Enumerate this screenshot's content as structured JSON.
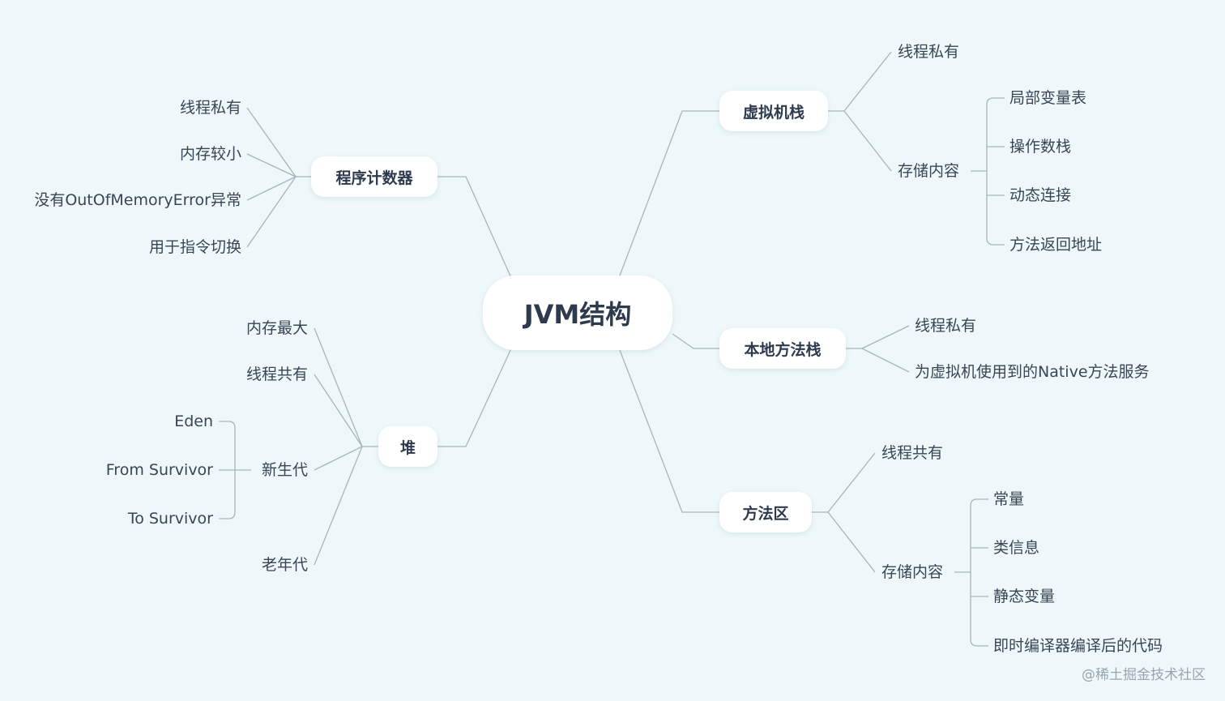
{
  "root": {
    "label": "JVM结构"
  },
  "branches": {
    "pc": {
      "label": "程序计数器",
      "items": [
        "线程私有",
        "内存较小",
        "没有OutOfMemoryError异常",
        "用于指令切换"
      ]
    },
    "heap": {
      "label": "堆",
      "items": [
        "内存最大",
        "线程共有",
        "新生代",
        "老年代"
      ],
      "young": [
        "Eden",
        "From Survivor",
        "To Survivor"
      ]
    },
    "vmstack": {
      "label": "虚拟机栈",
      "items": [
        "线程私有",
        "存储内容"
      ],
      "storage": [
        "局部变量表",
        "操作数栈",
        "动态连接",
        "方法返回地址"
      ]
    },
    "native": {
      "label": "本地方法栈",
      "items": [
        "线程私有",
        "为虚拟机使用到的Native方法服务"
      ]
    },
    "method": {
      "label": "方法区",
      "items": [
        "线程共有",
        "存储内容"
      ],
      "storage": [
        "常量",
        "类信息",
        "静态变量",
        "即时编译器编译后的代码"
      ]
    }
  },
  "watermark": "@稀土掘金技术社区",
  "colors": {
    "background": "#eef8fa",
    "line": "#a8b4bc",
    "text": "#2e3a4e"
  }
}
